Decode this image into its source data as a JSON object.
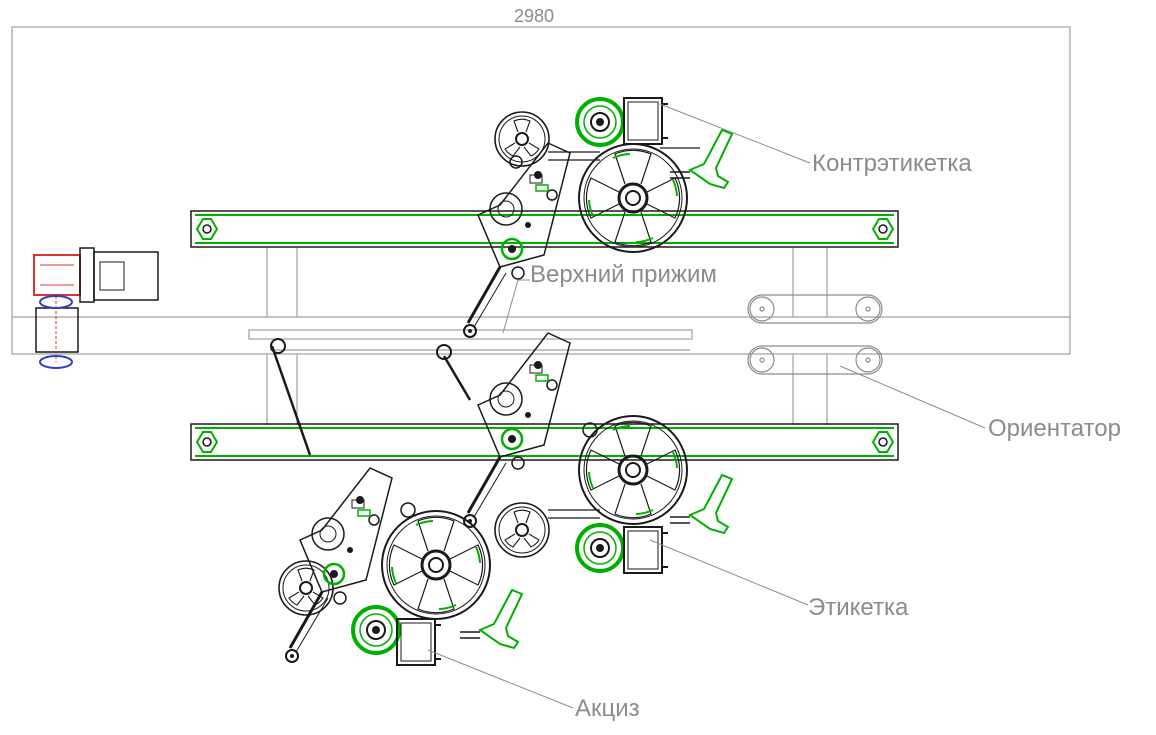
{
  "dimension": {
    "overall_width": "2980"
  },
  "labels": {
    "counter_label": "Контрэтикетка",
    "top_press": "Верхний прижим",
    "orientator": "Ориентатор",
    "label": "Этикетка",
    "excise": "Акциз"
  },
  "colors": {
    "outline": "#8c8c8c",
    "frame": "#a0a0a0",
    "drawing": "#1a1a1a",
    "accent_green": "#00b000",
    "motor_red": "#e03030",
    "motor_blue": "#3040c0"
  }
}
